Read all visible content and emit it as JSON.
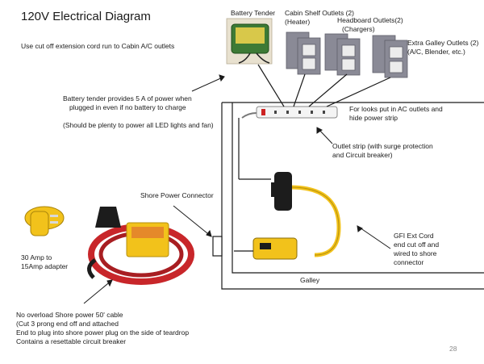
{
  "title": "120V Electrical Diagram",
  "page_number": "28",
  "notes": {
    "cutoff": "Use cut off  extension cord run to Cabin A/C outlets",
    "tender_line1": "Battery tender provides 5 A of power when",
    "tender_line2": "plugged in even if no battery to charge",
    "led_line": "(Should be plenty to power all LED lights and fan)",
    "looks_line1": "For looks put in AC outlets and",
    "looks_line2": "hide power strip",
    "strip_line1": "Outlet strip (with surge protection",
    "strip_line2": "and Circuit breaker)",
    "gfi_line1": "GFI Ext Cord",
    "gfi_line2": "end cut off and",
    "gfi_line3": "wired to shore",
    "gfi_line4": "connector",
    "adapter_line1": "30 Amp to",
    "adapter_line2": "15Amp adapter",
    "cable_line1": "No overload Shore power 50' cable",
    "cable_line2": "(Cut 3 prong end off and attached",
    "cable_line3": "End to plug into shore power plug on the side of teardrop",
    "cable_line4": "Contains a resettable circuit breaker"
  },
  "labels": {
    "battery_tender": "Battery Tender",
    "cabin_shelf_line1": "Cabin Shelf Outlets (2)",
    "cabin_shelf_line2": "(Heater)",
    "headboard_line1": "Headboard Outlets(2)",
    "headboard_line2": "(Chargers)",
    "galley_extra_line1": "Extra Galley Outlets (2)",
    "galley_extra_line2": "(A/C, Blender, etc.)",
    "shore_power": "Shore Power Connector",
    "galley": "Galley"
  },
  "colors": {
    "line": "#1a1a1a",
    "outlet_gray": "#8a8a96",
    "cord_red": "#c8262a",
    "cord_yellow": "#f2c21b",
    "tender_green": "#3d7a35"
  }
}
